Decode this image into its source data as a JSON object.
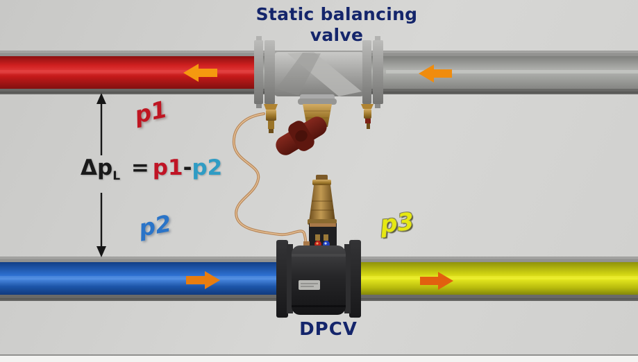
{
  "diagram": {
    "title": "Static balancing valve",
    "bottom_label": "DPCV",
    "pressure_labels": {
      "p1": "p1",
      "p2": "p2",
      "p3": "p3"
    },
    "formula": {
      "delta": "Δp",
      "subscript": "L",
      "equals": "=",
      "term1": "p1",
      "minus": "-",
      "term2": "p2"
    },
    "icons": {
      "top_left_arrow": "flow-arrow-left",
      "top_right_arrow": "flow-arrow-left",
      "bottom_left_arrow": "flow-arrow-right",
      "bottom_right_arrow": "flow-arrow-right",
      "span_arrow": "double-headed-vertical-arrow"
    },
    "colors": {
      "title_text": "#14256b",
      "pipe_red": "#c61c1c",
      "pipe_gray": "#9a9b98",
      "pipe_blue": "#2a6cc8",
      "pipe_yellow": "#d6d90f",
      "arrow_orange": "#ef8d0e",
      "label_p1": "#bf1622",
      "label_p2": "#2a74c8",
      "label_p3": "#e6e813",
      "formula_p1": "#c01425",
      "formula_p2": "#2f9cc4",
      "handwheel_red": "#6b1d13",
      "brass": "#a87c36",
      "valve_gray": "#a2a2a0",
      "dpcv_black": "#242426",
      "capillary_copper": "#c79a6e"
    }
  }
}
